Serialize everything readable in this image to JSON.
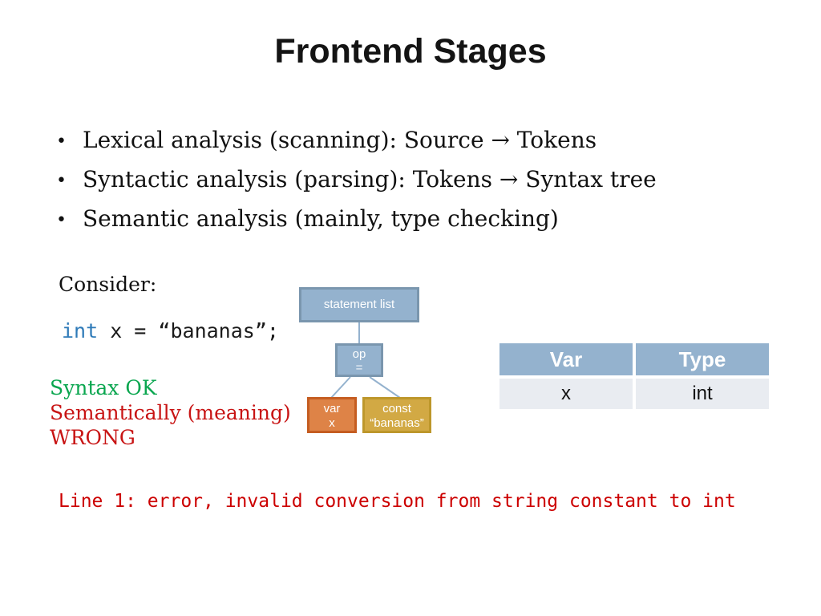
{
  "slide": {
    "title": "Frontend Stages",
    "bullets": [
      "Lexical analysis (scanning): Source → Tokens",
      "Syntactic analysis (parsing): Tokens → Syntax tree",
      "Semantic analysis (mainly, type checking)"
    ],
    "bullet_glyph": "•",
    "consider_label": "Consider:",
    "code": {
      "keyword": "int",
      "rest": " x = “bananas”;"
    },
    "tree": {
      "root_label": "statement list",
      "op_label": "op",
      "op_value": "=",
      "var_label": "var",
      "var_value": "x",
      "const_label": "const",
      "const_value": "“bananas”"
    },
    "table": {
      "headers": [
        "Var",
        "Type"
      ],
      "rows": [
        [
          "x",
          "int"
        ]
      ]
    },
    "status": {
      "ok_line": "Syntax OK",
      "wrong_line1": "Semantically (meaning)",
      "wrong_line2": "WRONG"
    },
    "error_line": "Line 1: error, invalid conversion from string constant to int",
    "colors": {
      "keyword_blue": "#2e7ab8",
      "node_blue_fill": "#94b2ce",
      "node_blue_border": "#7a96ae",
      "node_orange_fill": "#de8347",
      "node_orange_border": "#c55d21",
      "node_gold_fill": "#d2a944",
      "node_gold_border": "#bd972b",
      "table_header_fill": "#94b2ce",
      "table_row_fill": "#e9ecf1",
      "status_green": "#0aa64f",
      "status_red": "#c81414",
      "error_red": "#cc0000",
      "connector_blue": "#94b2ce"
    }
  }
}
